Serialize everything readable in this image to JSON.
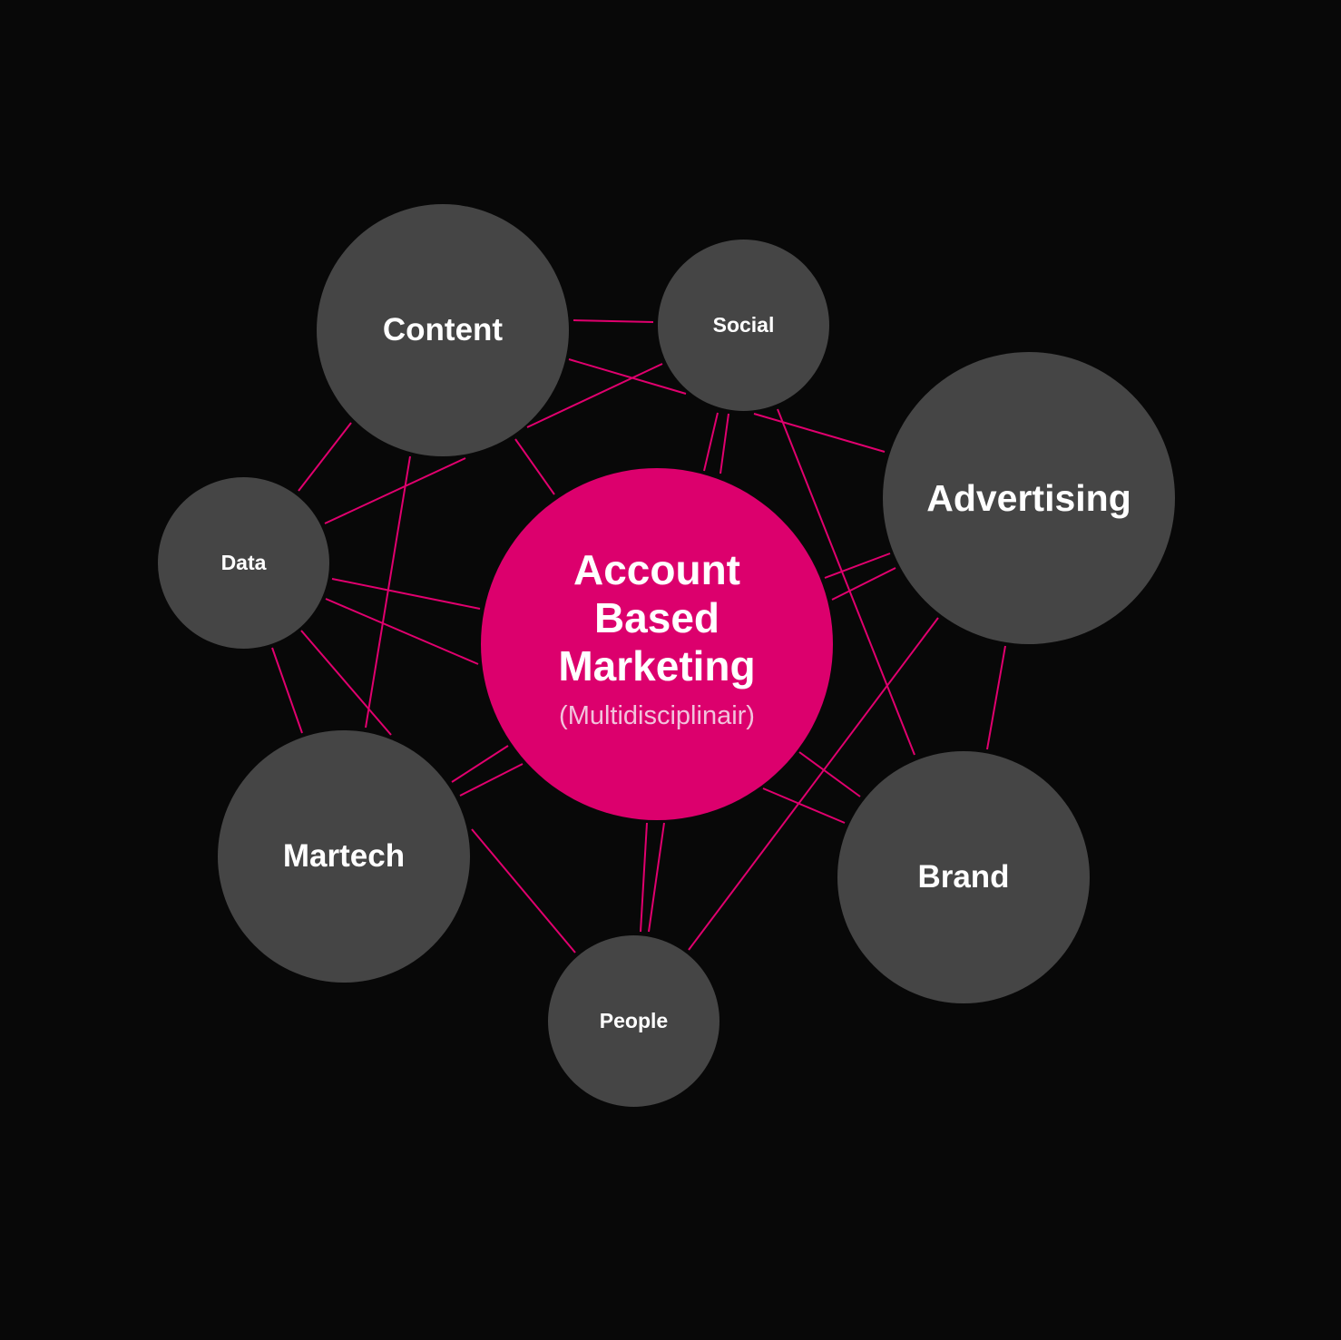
{
  "colors": {
    "background": "#080808",
    "node_fill": "#454545",
    "center_fill": "#dc006d",
    "connector": "#e0006e",
    "text": "#ffffff"
  },
  "center": {
    "title": "Account\nBased\nMarketing",
    "subtitle": "(Multidisciplinair)"
  },
  "nodes": {
    "content": "Content",
    "social": "Social",
    "advertising": "Advertising",
    "data": "Data",
    "martech": "Martech",
    "people": "People",
    "brand": "Brand"
  }
}
